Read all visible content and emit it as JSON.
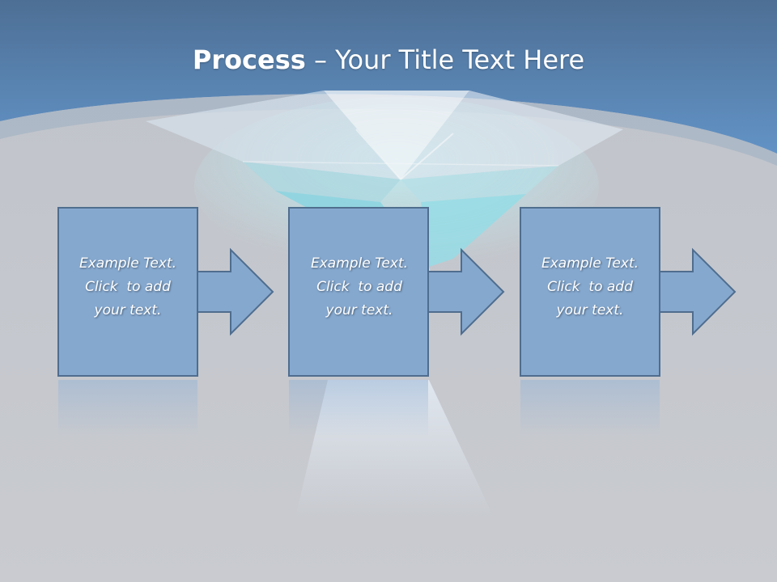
{
  "title": {
    "bold": "Process",
    "separator": " – ",
    "rest": "Your Title Text Here"
  },
  "steps": [
    {
      "line1": "Example Text.",
      "line2": "Click  to add",
      "line3": "your text."
    },
    {
      "line1": "Example Text.",
      "line2": "Click  to add",
      "line3": "your text."
    },
    {
      "line1": "Example Text.",
      "line2": "Click  to add",
      "line3": "your text."
    }
  ],
  "colors": {
    "header": "#5680ad",
    "box": "#85a8cf",
    "box_border": "#4f6d8e",
    "background": "#c4c7cd"
  }
}
